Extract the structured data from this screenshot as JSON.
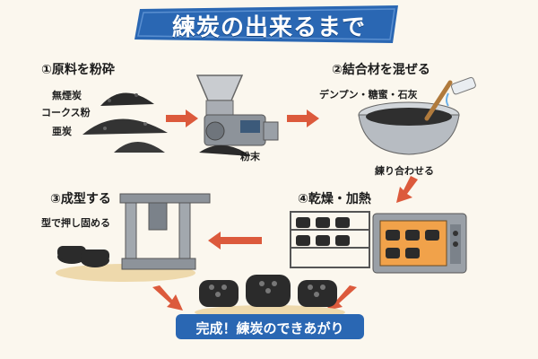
{
  "title": "練炭の出来るまで",
  "colors": {
    "banner": "#2a67b3",
    "arrow": "#dc5a3c",
    "coal": "#2b2b2b",
    "ground": "#eed9ac"
  },
  "steps": {
    "s1": {
      "label": "①原料を粉砕",
      "materials": [
        "無煙炭",
        "コークス粉",
        "亜炭"
      ],
      "output": "粉末"
    },
    "s2": {
      "label": "②結合材を混ぜる",
      "binders": "デンプン・糖蜜・石灰",
      "action": "練り合わせる"
    },
    "s3": {
      "label": "③成型する",
      "action": "型で押し固める"
    },
    "s4": {
      "label": "④乾燥・加熱"
    }
  },
  "final": "完成！練炭のできあがり",
  "icons": [
    "crusher-machine-icon",
    "mixing-bowl-icon",
    "press-machine-icon",
    "drying-rack-icon",
    "oven-icon",
    "coal-briquette-icon",
    "arrow-icon"
  ]
}
